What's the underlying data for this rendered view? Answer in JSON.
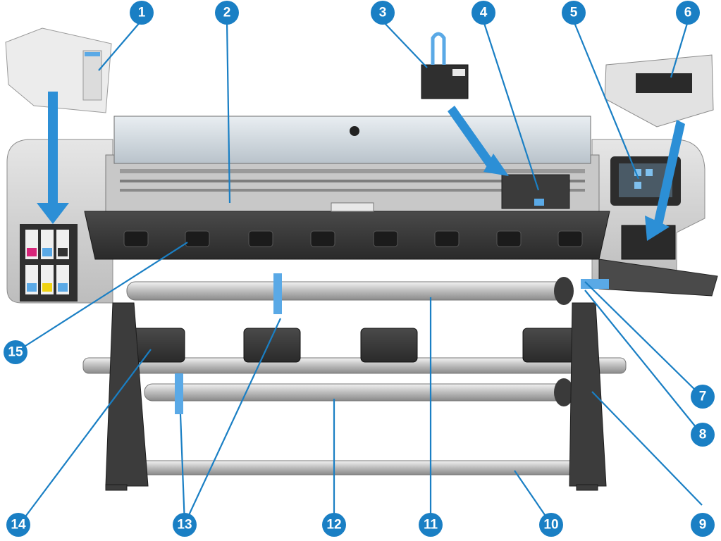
{
  "callouts": [
    {
      "number": "1"
    },
    {
      "number": "2"
    },
    {
      "number": "3"
    },
    {
      "number": "4"
    },
    {
      "number": "5"
    },
    {
      "number": "6"
    },
    {
      "number": "7"
    },
    {
      "number": "8"
    },
    {
      "number": "9"
    },
    {
      "number": "10"
    },
    {
      "number": "11"
    },
    {
      "number": "12"
    },
    {
      "number": "13"
    },
    {
      "number": "14"
    },
    {
      "number": "15"
    }
  ],
  "colors": {
    "callout": "#1a7fc4",
    "arrow": "#2c8fd6",
    "body_light": "#dcdcdc",
    "body_mid": "#a9a9a9",
    "body_dark": "#3a3a3a",
    "accent_blue": "#5aa9e6"
  }
}
